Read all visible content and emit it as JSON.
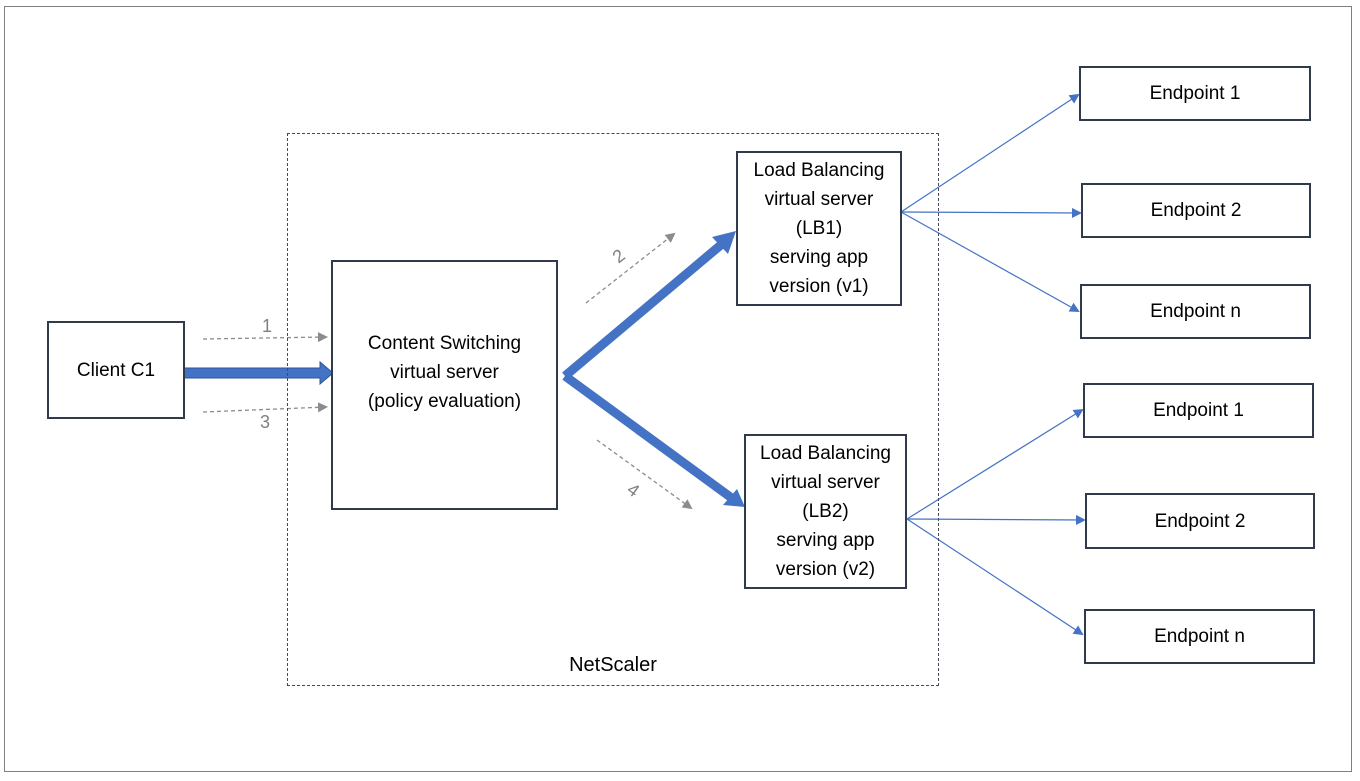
{
  "container": {
    "label": "NetScaler"
  },
  "client": {
    "label": "Client C1"
  },
  "cs_server": {
    "label": "Content Switching\nvirtual server\n(policy evaluation)"
  },
  "lb1": {
    "label": "Load Balancing\nvirtual server\n(LB1)\nserving app\nversion (v1)"
  },
  "lb2": {
    "label": "Load Balancing\nvirtual server\n(LB2)\nserving app\nversion (v2)"
  },
  "lb1_endpoints": [
    "Endpoint 1",
    "Endpoint 2",
    "Endpoint n"
  ],
  "lb2_endpoints": [
    "Endpoint 1",
    "Endpoint 2",
    "Endpoint n"
  ],
  "steps": [
    "1",
    "2",
    "3",
    "4"
  ],
  "colors": {
    "flow": "#4472c4",
    "dashed": "#8c8c8c",
    "border": "#2f3a4a"
  }
}
